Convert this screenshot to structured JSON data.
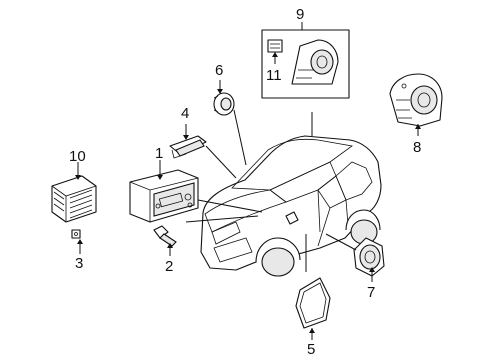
{
  "callouts": {
    "c1": "1",
    "c2": "2",
    "c3": "3",
    "c4": "4",
    "c5": "5",
    "c6": "6",
    "c7": "7",
    "c8": "8",
    "c9": "9",
    "c10": "10",
    "c11": "11"
  },
  "colors": {
    "ink": "#111111",
    "background": "#ffffff",
    "part_fill": "#e8e8e8"
  }
}
